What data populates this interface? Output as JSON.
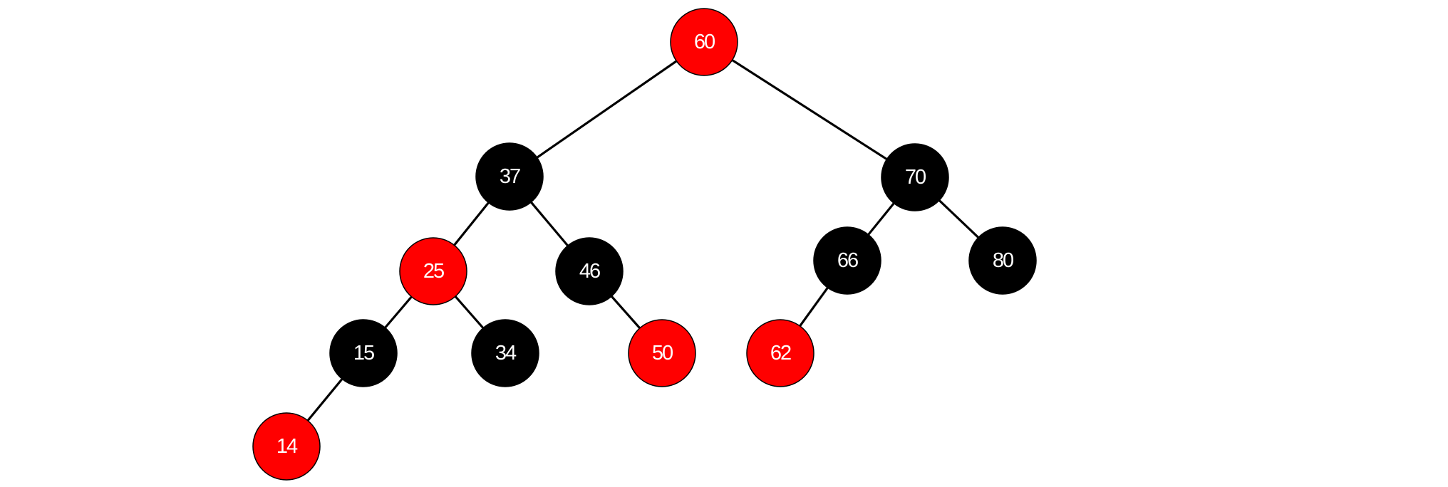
{
  "colors": {
    "red": "#ff0000",
    "black": "#000000",
    "label": "#ffffff",
    "edge": "#000000"
  },
  "nodes": [
    {
      "id": "n60",
      "label": "60",
      "color": "red"
    },
    {
      "id": "n37",
      "label": "37",
      "color": "black"
    },
    {
      "id": "n70",
      "label": "70",
      "color": "black"
    },
    {
      "id": "n25",
      "label": "25",
      "color": "red"
    },
    {
      "id": "n46",
      "label": "46",
      "color": "black"
    },
    {
      "id": "n66",
      "label": "66",
      "color": "black"
    },
    {
      "id": "n80",
      "label": "80",
      "color": "black"
    },
    {
      "id": "n15",
      "label": "15",
      "color": "black"
    },
    {
      "id": "n34",
      "label": "34",
      "color": "black"
    },
    {
      "id": "n50",
      "label": "50",
      "color": "red"
    },
    {
      "id": "n62",
      "label": "62",
      "color": "red"
    },
    {
      "id": "n14",
      "label": "14",
      "color": "red"
    }
  ],
  "edges": [
    {
      "from": "n60",
      "to": "n37"
    },
    {
      "from": "n60",
      "to": "n70"
    },
    {
      "from": "n37",
      "to": "n25"
    },
    {
      "from": "n37",
      "to": "n46"
    },
    {
      "from": "n70",
      "to": "n66"
    },
    {
      "from": "n70",
      "to": "n80"
    },
    {
      "from": "n25",
      "to": "n15"
    },
    {
      "from": "n25",
      "to": "n34"
    },
    {
      "from": "n46",
      "to": "n50"
    },
    {
      "from": "n66",
      "to": "n62"
    },
    {
      "from": "n15",
      "to": "n14"
    }
  ]
}
